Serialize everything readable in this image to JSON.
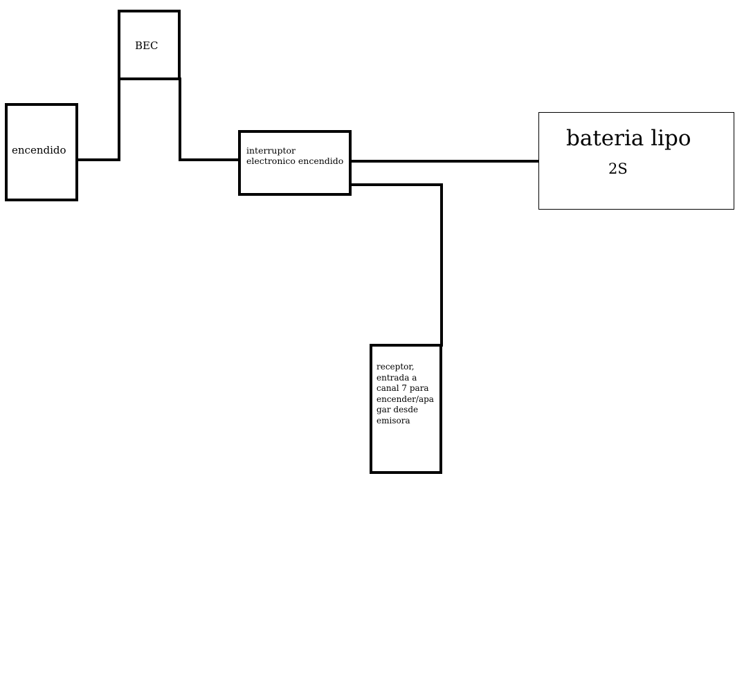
{
  "diagram": {
    "nodes": [
      {
        "id": "encendido",
        "label": "encendido"
      },
      {
        "id": "bec",
        "label": "BEC"
      },
      {
        "id": "interruptor",
        "label": "interruptor\nelectronico encendido"
      },
      {
        "id": "receptor",
        "label": "receptor,\nentrada a\ncanal 7 para\nencender/apa\ngar desde\nemisora"
      },
      {
        "id": "bateria",
        "label": "bateria lipo",
        "sublabel": "2S"
      }
    ],
    "edges": [
      {
        "from": "encendido",
        "to": "bec"
      },
      {
        "from": "bec",
        "to": "interruptor"
      },
      {
        "from": "interruptor",
        "to": "bateria"
      },
      {
        "from": "interruptor",
        "to": "receptor"
      }
    ],
    "colors": {
      "line": "#000000",
      "background": "#ffffff"
    }
  }
}
